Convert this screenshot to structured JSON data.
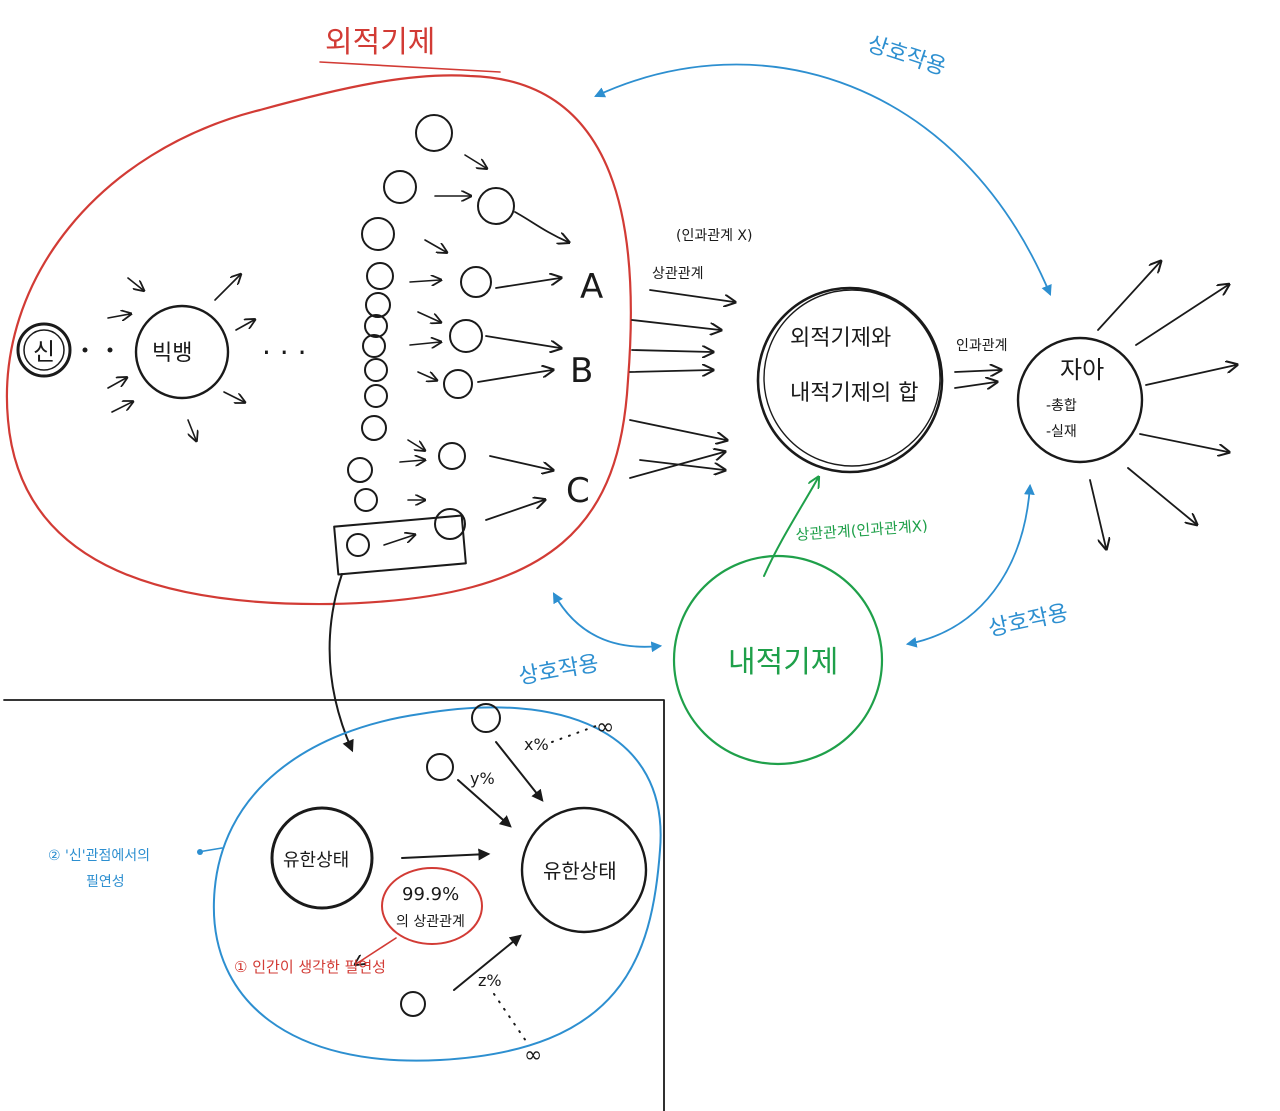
{
  "colors": {
    "black": "#1a1a1a",
    "red": "#d23b35",
    "green": "#1fa04a",
    "blue": "#2d8fd0"
  },
  "external_world": {
    "title": "외적기제",
    "god": "신",
    "big_bang": "빅뱅",
    "dots": "· · ·",
    "cause_a": "A",
    "cause_b": "B",
    "cause_c": "C"
  },
  "sum_node": {
    "line1": "외적기제와",
    "line2": "내적기제의 합"
  },
  "self_node": {
    "title": "자아",
    "sub1": "-총합",
    "sub2": "-실재"
  },
  "internal_node": {
    "title": "내적기제"
  },
  "labels": {
    "not_causal": "(인과관계 X)",
    "correlation": "상관관계",
    "causal": "인과관계",
    "correlation_not_causal": "상관관계(인과관계X)",
    "interaction_top": "상호작용",
    "interaction_right": "상호작용",
    "interaction_left": "상호작용"
  },
  "detail": {
    "finite_left": "유한상태",
    "finite_right": "유한상태",
    "x_pct": "x%",
    "y_pct": "y%",
    "z_pct": "z%",
    "infinity": "∞",
    "percent": "99.9%",
    "percent_sub": "의 상관관계",
    "note1": "① 인간이 생각한 필연성",
    "note2_line1": "② '신'관점에서의",
    "note2_line2": "필연성"
  }
}
